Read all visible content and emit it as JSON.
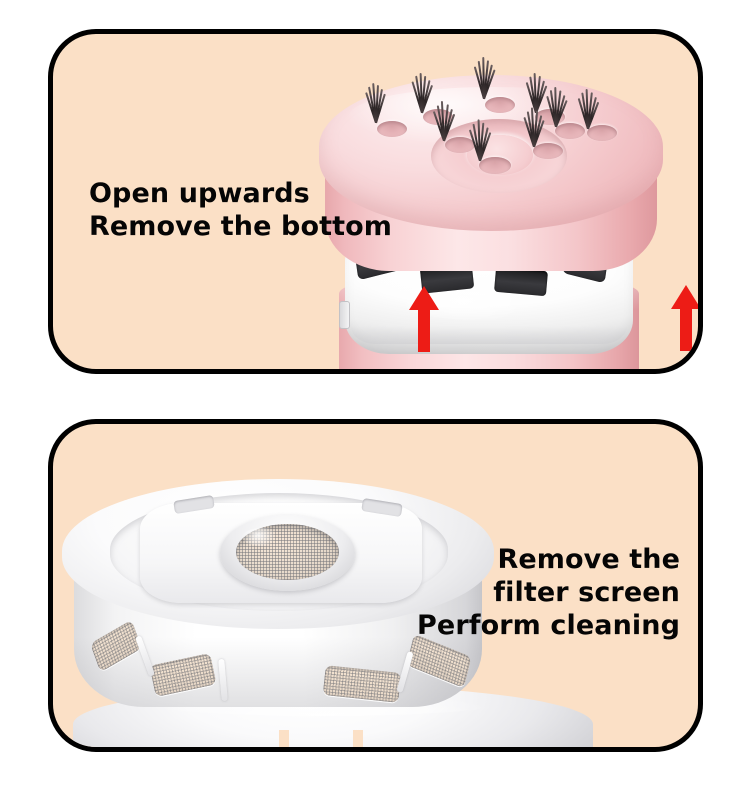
{
  "page": {
    "background_color": "#FFFFFF",
    "panel_background_color": "#FBE0C6",
    "panel_border_color": "#000000",
    "arrow_color": "#ED1C16",
    "device_pink": "#F4C8CB",
    "device_white": "#FFFFFF"
  },
  "panels": [
    {
      "id": "panel-1",
      "caption": "Open upwards\nRemove the bottom",
      "caption_align": "left",
      "illustration": "pink-brush-head-device-with-lid-lifting",
      "arrows": [
        {
          "name": "arrow-left",
          "direction": "up",
          "color": "#ED1C16"
        },
        {
          "name": "arrow-right",
          "direction": "up",
          "color": "#ED1C16"
        }
      ]
    },
    {
      "id": "panel-2",
      "caption": "Remove the\nfilter screen\nPerform cleaning",
      "caption_align": "right",
      "illustration": "white-filter-screen-module-with-mesh-vents",
      "arrows": []
    }
  ]
}
